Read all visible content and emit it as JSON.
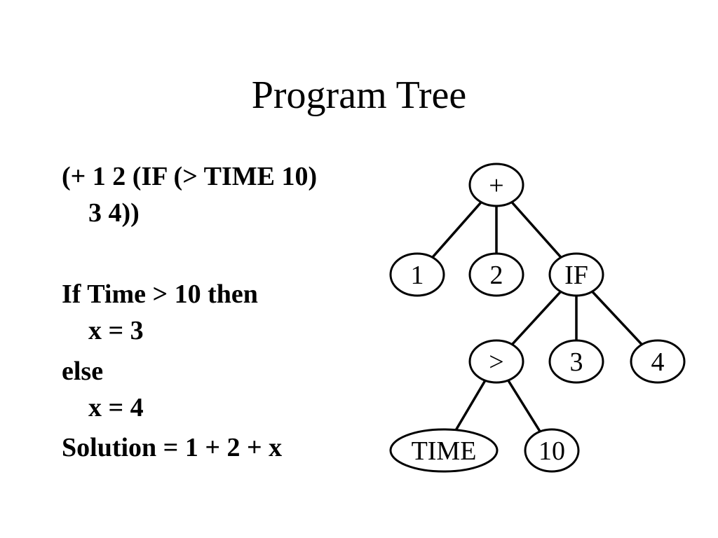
{
  "slide": {
    "title": "Program Tree",
    "text_lines": [
      "(+ 1 2 (IF (> TIME 10)",
      "3 4))",
      "If Time > 10 then",
      "x = 3",
      "else",
      "x = 4",
      "Solution = 1 + 2 + x"
    ]
  },
  "tree": {
    "nodes": [
      {
        "id": "plus",
        "label": "+"
      },
      {
        "id": "one",
        "label": "1"
      },
      {
        "id": "two",
        "label": "2"
      },
      {
        "id": "if",
        "label": "IF"
      },
      {
        "id": "gt",
        "label": ">"
      },
      {
        "id": "three",
        "label": "3"
      },
      {
        "id": "four",
        "label": "4"
      },
      {
        "id": "time",
        "label": "TIME"
      },
      {
        "id": "ten",
        "label": "10"
      }
    ],
    "edges": [
      {
        "from": "plus",
        "to": "one"
      },
      {
        "from": "plus",
        "to": "two"
      },
      {
        "from": "plus",
        "to": "if"
      },
      {
        "from": "if",
        "to": "gt"
      },
      {
        "from": "if",
        "to": "three"
      },
      {
        "from": "if",
        "to": "four"
      },
      {
        "from": "gt",
        "to": "time"
      },
      {
        "from": "gt",
        "to": "ten"
      }
    ]
  }
}
